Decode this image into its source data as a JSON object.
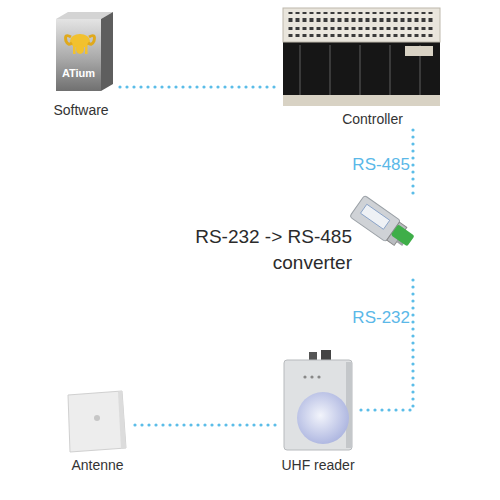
{
  "diagram": {
    "nodes": [
      {
        "text": [
          "ATium",
          "Software"
        ]
      },
      {
        "text": [
          "Controller"
        ]
      },
      {
        "text": [
          "RS-232 -> RS-485 converter"
        ]
      },
      {
        "text": [
          "Antenne"
        ]
      },
      {
        "text": [
          "UHF reader"
        ]
      }
    ],
    "edges": [
      {
        "from": 0,
        "to": 1,
        "arrow": "none"
      },
      {
        "from": 1,
        "to": 2,
        "label": "RS-485",
        "arrow": "none"
      },
      {
        "from": 2,
        "to": 4,
        "label": "RS-232",
        "arrow": "none"
      },
      {
        "from": 3,
        "to": 4,
        "arrow": "none"
      }
    ]
  }
}
